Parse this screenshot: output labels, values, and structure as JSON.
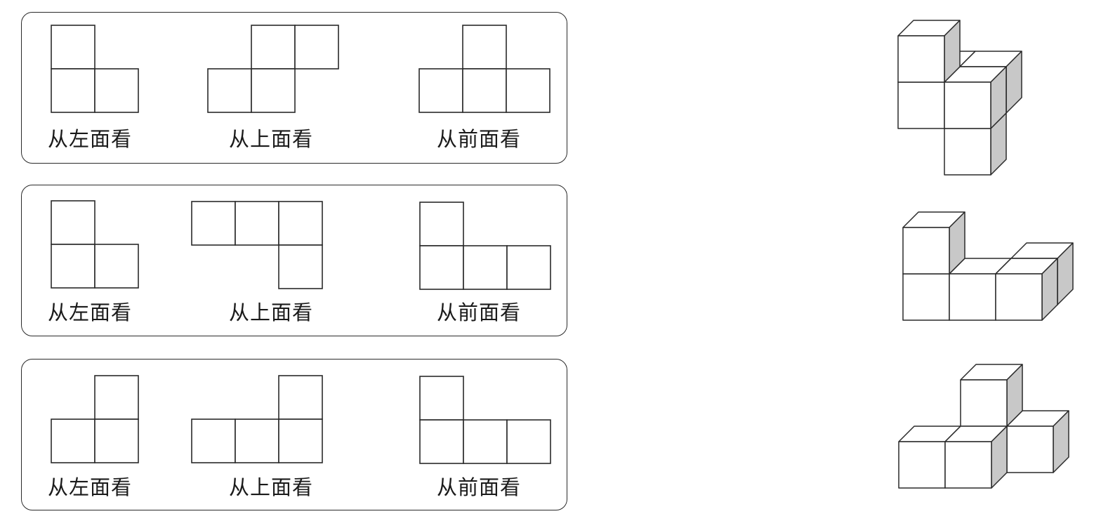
{
  "view_labels": {
    "left": "从左面看",
    "top": "从上面看",
    "front": "从前面看"
  },
  "panels": [
    {
      "id": "panel-1",
      "views": {
        "left": [
          [
            0,
            0
          ],
          [
            0,
            1
          ],
          [
            1,
            1
          ]
        ],
        "top": [
          [
            1,
            0
          ],
          [
            2,
            0
          ],
          [
            0,
            1
          ],
          [
            1,
            1
          ]
        ],
        "front": [
          [
            1,
            0
          ],
          [
            0,
            1
          ],
          [
            1,
            1
          ],
          [
            2,
            1
          ]
        ]
      }
    },
    {
      "id": "panel-2",
      "views": {
        "left": [
          [
            0,
            0
          ],
          [
            0,
            1
          ],
          [
            1,
            1
          ]
        ],
        "top": [
          [
            0,
            0
          ],
          [
            1,
            0
          ],
          [
            2,
            0
          ],
          [
            2,
            1
          ]
        ],
        "front": [
          [
            0,
            0
          ],
          [
            0,
            1
          ],
          [
            1,
            1
          ],
          [
            2,
            1
          ]
        ]
      }
    },
    {
      "id": "panel-3",
      "views": {
        "left": [
          [
            1,
            0
          ],
          [
            0,
            1
          ],
          [
            1,
            1
          ]
        ],
        "top": [
          [
            2,
            0
          ],
          [
            0,
            1
          ],
          [
            1,
            1
          ],
          [
            2,
            1
          ]
        ],
        "front": [
          [
            0,
            0
          ],
          [
            0,
            1
          ],
          [
            1,
            1
          ],
          [
            2,
            1
          ]
        ]
      }
    }
  ],
  "solids": [
    {
      "id": "solid-1",
      "cubes": [
        [
          0,
          0,
          0
        ],
        [
          1,
          0,
          0
        ],
        [
          0,
          0,
          1
        ],
        [
          1,
          1,
          0
        ],
        [
          0,
          1,
          0
        ],
        [
          1,
          0,
          -1
        ]
      ]
    },
    {
      "id": "solid-2",
      "cubes": [
        [
          0,
          0,
          0
        ],
        [
          1,
          0,
          0
        ],
        [
          2,
          0,
          0
        ],
        [
          0,
          0,
          1
        ],
        [
          2,
          1,
          0
        ]
      ]
    },
    {
      "id": "solid-3",
      "cubes": [
        [
          0,
          0,
          0
        ],
        [
          1,
          0,
          0
        ],
        [
          1,
          1,
          0
        ],
        [
          1,
          1,
          1
        ],
        [
          2,
          1,
          0
        ]
      ]
    }
  ],
  "colors": {
    "stroke": "#2a2a2a",
    "shade": "#c8c8c8"
  }
}
